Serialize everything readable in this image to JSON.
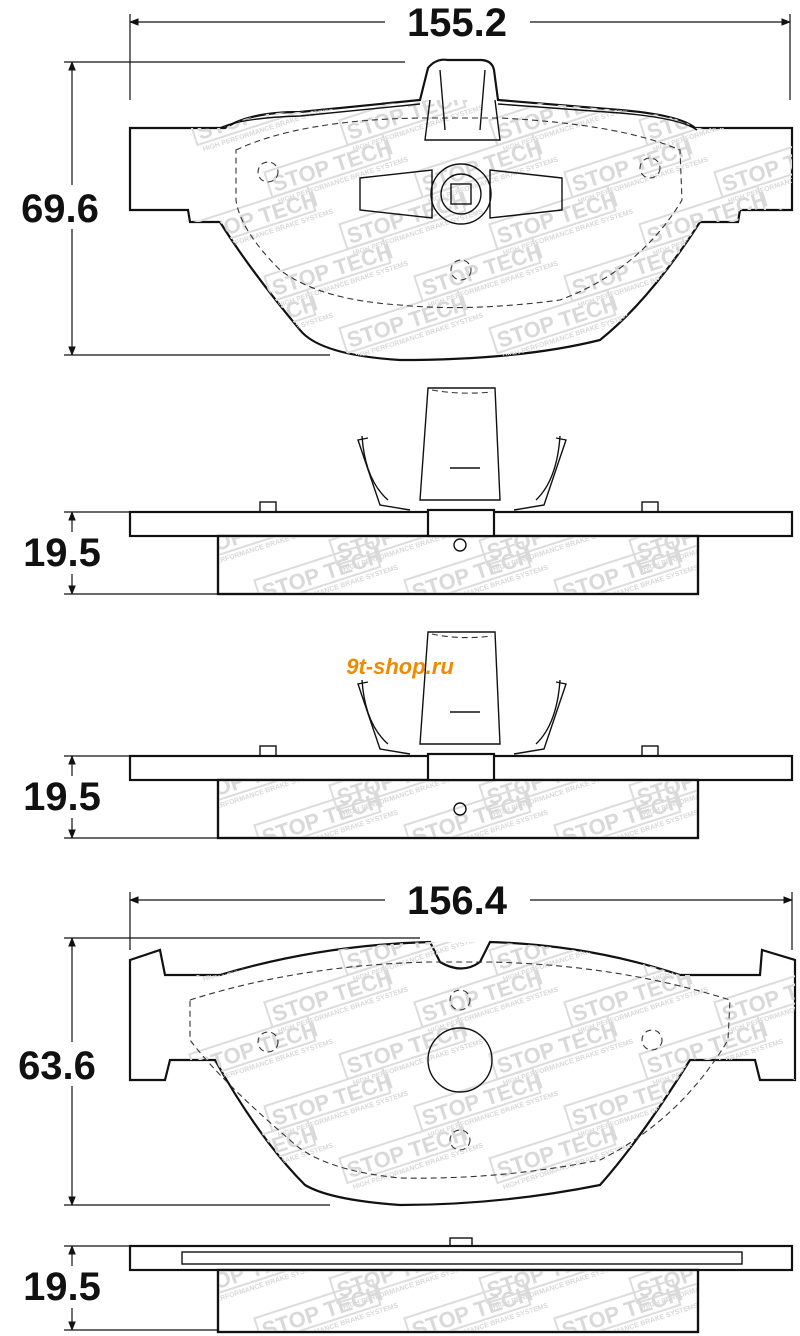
{
  "dimensions": {
    "top_width": "155.2",
    "top_height": "69.6",
    "side1_thickness": "19.5",
    "side2_thickness": "19.5",
    "bottom_width": "156.4",
    "bottom_height": "63.6",
    "side3_thickness": "19.5"
  },
  "watermark": {
    "brand": "STOP TECH",
    "tagline": "HIGH PERFORMANCE BRAKE SYSTEMS"
  },
  "overlay_logo": {
    "text": "9t-shop.ru",
    "color": "#f08a00"
  },
  "colors": {
    "line": "#111111",
    "watermark": "#d9d9d9",
    "background": "#ffffff"
  }
}
